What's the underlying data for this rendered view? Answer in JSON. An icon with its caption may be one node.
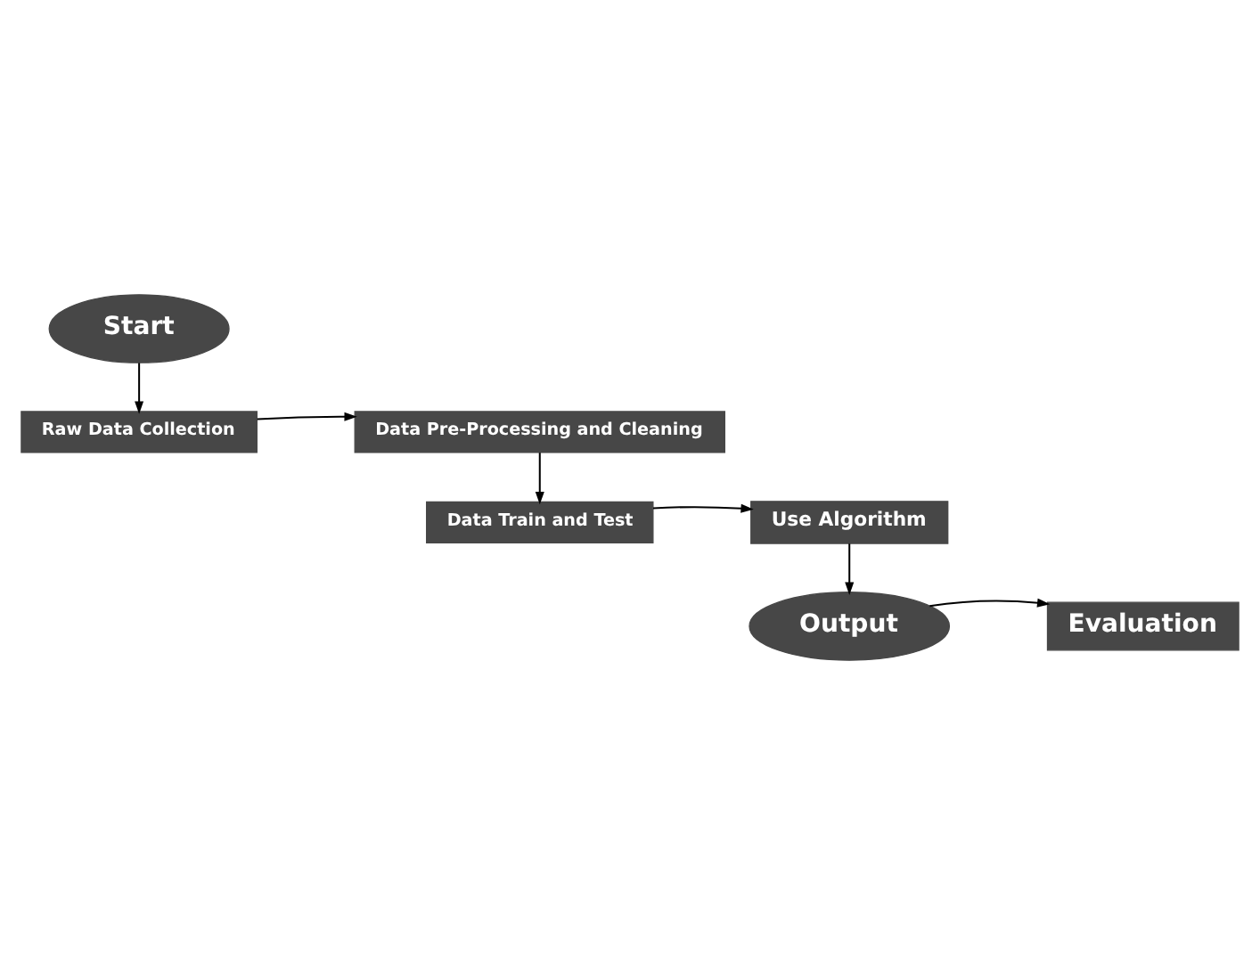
{
  "diagram": {
    "nodes": [
      {
        "text": [
          "Start"
        ]
      },
      {
        "text": [
          "Raw Data Collection"
        ]
      },
      {
        "text": [
          "Data Pre-Processing and Cleaning"
        ]
      },
      {
        "text": [
          "Data Train and Test"
        ]
      },
      {
        "text": [
          "Use Algorithm"
        ]
      },
      {
        "text": [
          "Output"
        ]
      },
      {
        "text": [
          "Evaluation"
        ]
      }
    ],
    "edges": [
      {
        "from": 0,
        "to": 1,
        "arrow": "to"
      },
      {
        "from": 1,
        "to": 2,
        "arrow": "to"
      },
      {
        "from": 2,
        "to": 3,
        "arrow": "to"
      },
      {
        "from": 3,
        "to": 4,
        "arrow": "to"
      },
      {
        "from": 4,
        "to": 5,
        "arrow": "to"
      },
      {
        "from": 5,
        "to": 6,
        "arrow": "to"
      }
    ]
  }
}
